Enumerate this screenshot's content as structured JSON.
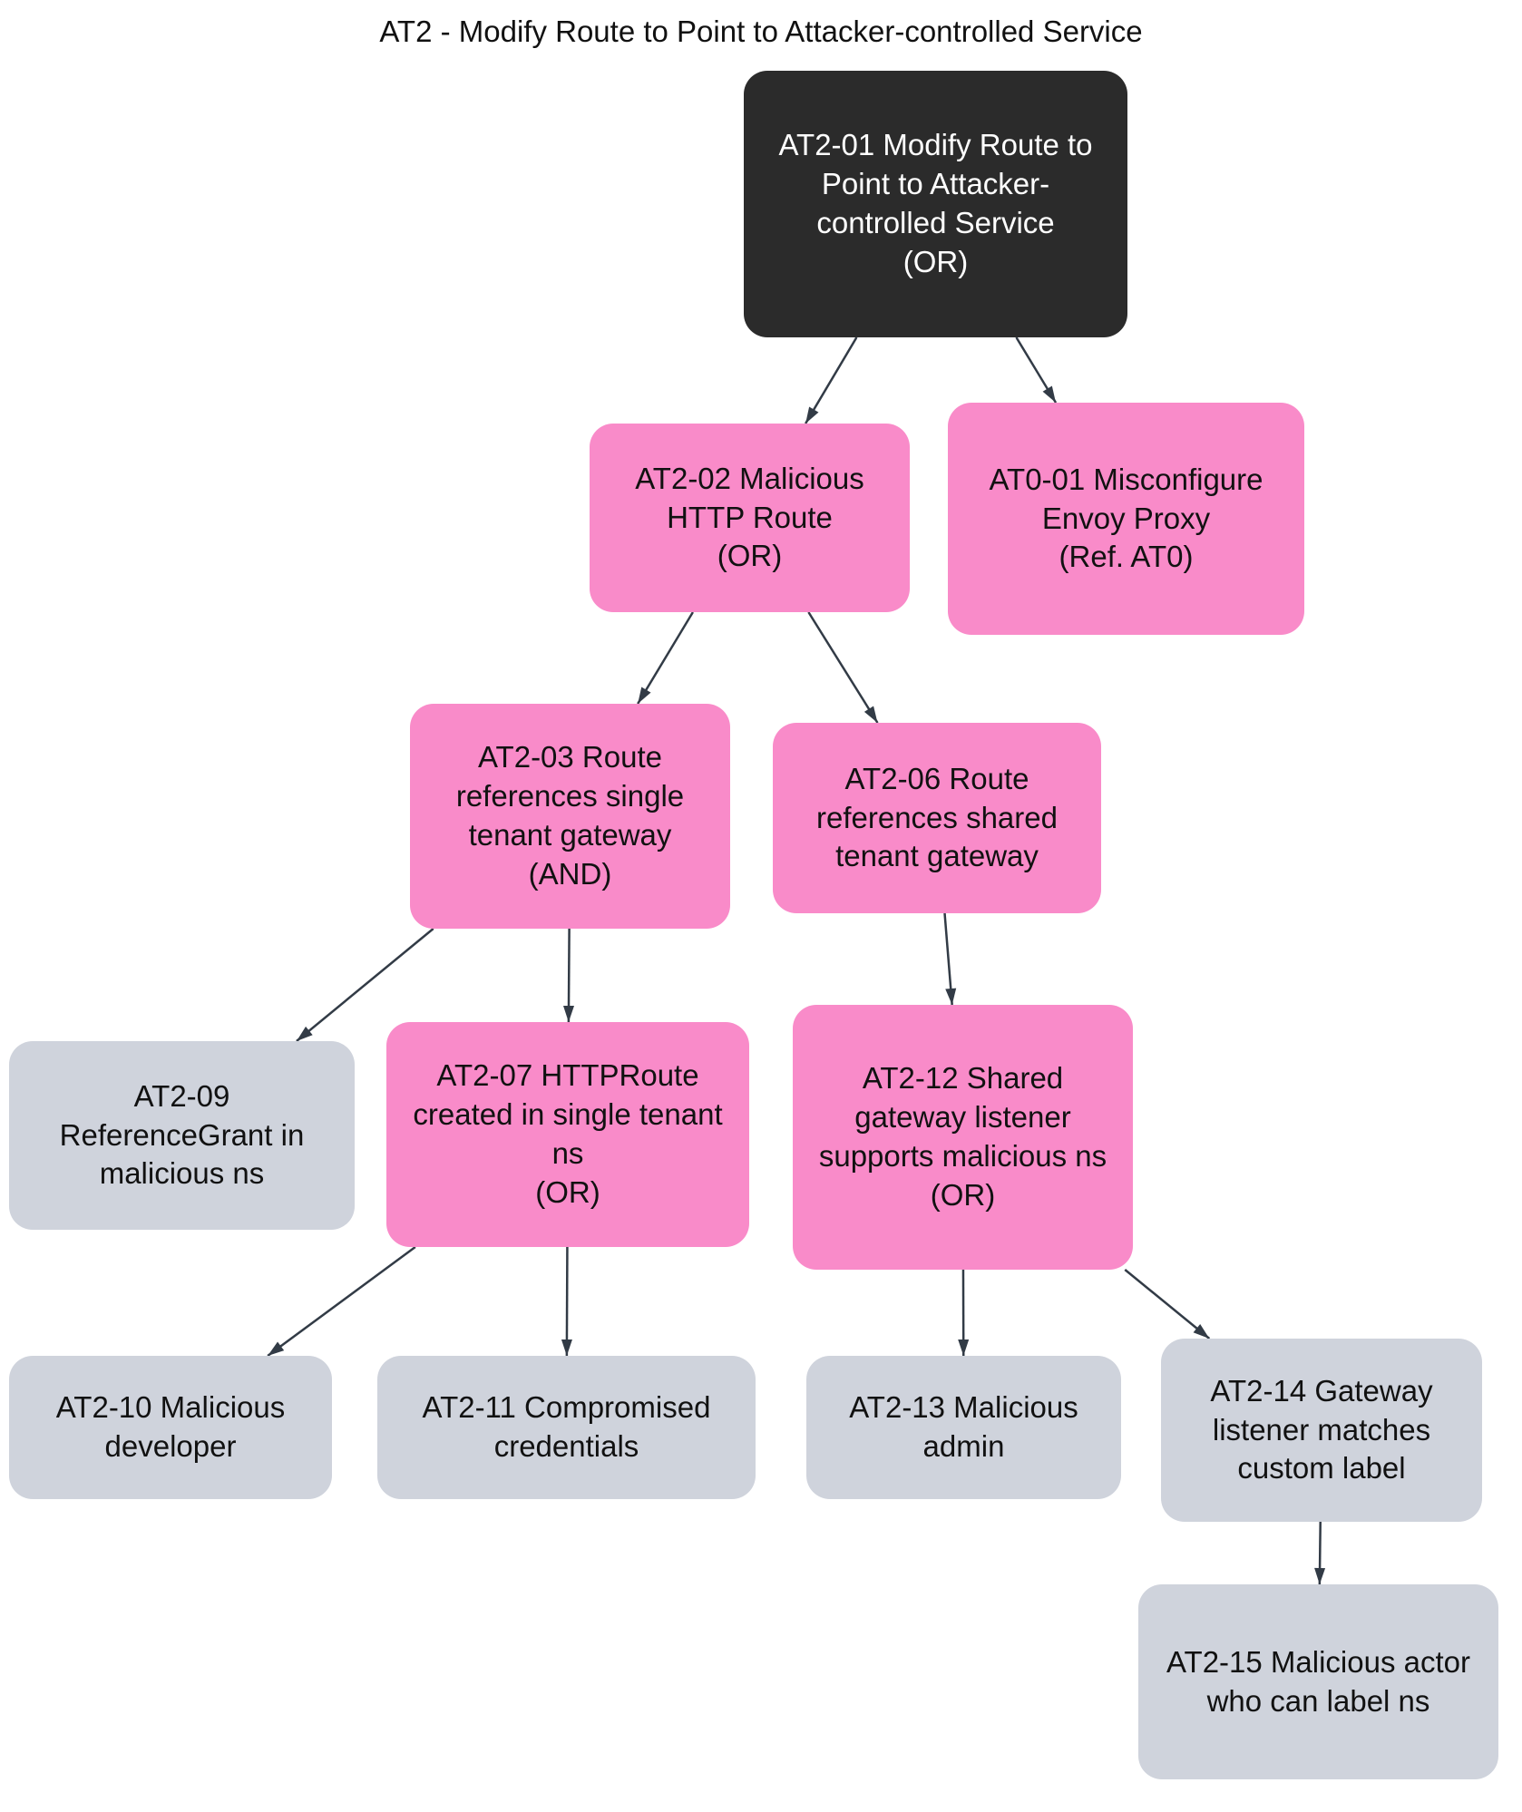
{
  "title": "AT2 - Modify Route to Point to Attacker-controlled Service",
  "colors": {
    "root": "#2b2b2b",
    "root_text": "#ffffff",
    "branch": "#f98bc9",
    "leaf": "#cfd3dc",
    "edge": "#323b46",
    "node_text": "#111111"
  },
  "nodes": [
    {
      "id": "at2-01",
      "label": "AT2-01 Modify Route to Point to Attacker-controlled Service",
      "suffix": "(OR)"
    },
    {
      "id": "at2-02",
      "label": "AT2-02 Malicious HTTP Route",
      "suffix": "(OR)"
    },
    {
      "id": "at0-01",
      "label": "AT0-01 Misconfigure Envoy Proxy",
      "suffix": "(Ref. AT0)"
    },
    {
      "id": "at2-03",
      "label": "AT2-03 Route references single tenant gateway",
      "suffix": "(AND)"
    },
    {
      "id": "at2-06",
      "label": "AT2-06 Route references shared tenant gateway",
      "suffix": ""
    },
    {
      "id": "at2-09",
      "label": "AT2-09 ReferenceGrant in malicious ns",
      "suffix": ""
    },
    {
      "id": "at2-07",
      "label": "AT2-07 HTTPRoute created in single tenant ns",
      "suffix": "(OR)"
    },
    {
      "id": "at2-12",
      "label": "AT2-12 Shared gateway listener supports malicious ns",
      "suffix": "(OR)"
    },
    {
      "id": "at2-10",
      "label": "AT2-10 Malicious developer",
      "suffix": ""
    },
    {
      "id": "at2-11",
      "label": "AT2-11 Compromised credentials",
      "suffix": ""
    },
    {
      "id": "at2-13",
      "label": "AT2-13 Malicious admin",
      "suffix": ""
    },
    {
      "id": "at2-14",
      "label": "AT2-14 Gateway listener matches custom label",
      "suffix": ""
    },
    {
      "id": "at2-15",
      "label": "AT2-15 Malicious actor who can label ns",
      "suffix": ""
    }
  ],
  "edges": [
    {
      "from": "at2-01",
      "to": "at2-02"
    },
    {
      "from": "at2-01",
      "to": "at0-01"
    },
    {
      "from": "at2-02",
      "to": "at2-03"
    },
    {
      "from": "at2-02",
      "to": "at2-06"
    },
    {
      "from": "at2-03",
      "to": "at2-09"
    },
    {
      "from": "at2-03",
      "to": "at2-07"
    },
    {
      "from": "at2-06",
      "to": "at2-12"
    },
    {
      "from": "at2-07",
      "to": "at2-10"
    },
    {
      "from": "at2-07",
      "to": "at2-11"
    },
    {
      "from": "at2-12",
      "to": "at2-13"
    },
    {
      "from": "at2-12",
      "to": "at2-14"
    },
    {
      "from": "at2-14",
      "to": "at2-15"
    }
  ]
}
